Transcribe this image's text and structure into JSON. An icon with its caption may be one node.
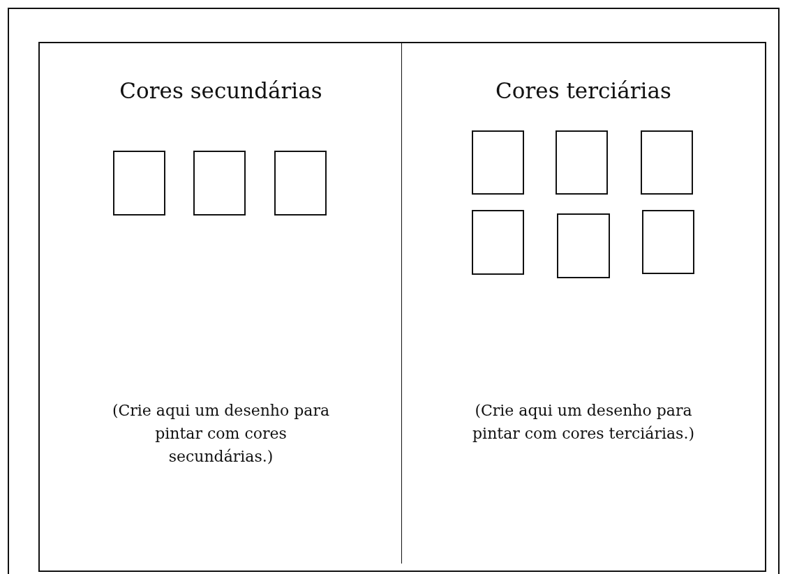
{
  "diagram": {
    "nodes": [
      {
        "text": [
          "Cores secundárias",
          "(Crie aqui um desenho para pintar com cores secundárias.)"
        ]
      },
      {
        "text": [
          "Cores terciárias",
          "(Crie aqui um desenho para pintar com cores terciárias.)"
        ]
      },
      {
        "text": [],
        "shape": "box",
        "in": 0
      },
      {
        "text": [],
        "shape": "box",
        "in": 0
      },
      {
        "text": [],
        "shape": "box",
        "in": 0
      },
      {
        "text": [],
        "shape": "box",
        "in": 1
      },
      {
        "text": [],
        "shape": "box",
        "in": 1
      },
      {
        "text": [],
        "shape": "box",
        "in": 1
      },
      {
        "text": [],
        "shape": "box",
        "in": 1
      },
      {
        "text": [],
        "shape": "box",
        "in": 1
      },
      {
        "text": [],
        "shape": "box",
        "in": 1
      }
    ]
  }
}
